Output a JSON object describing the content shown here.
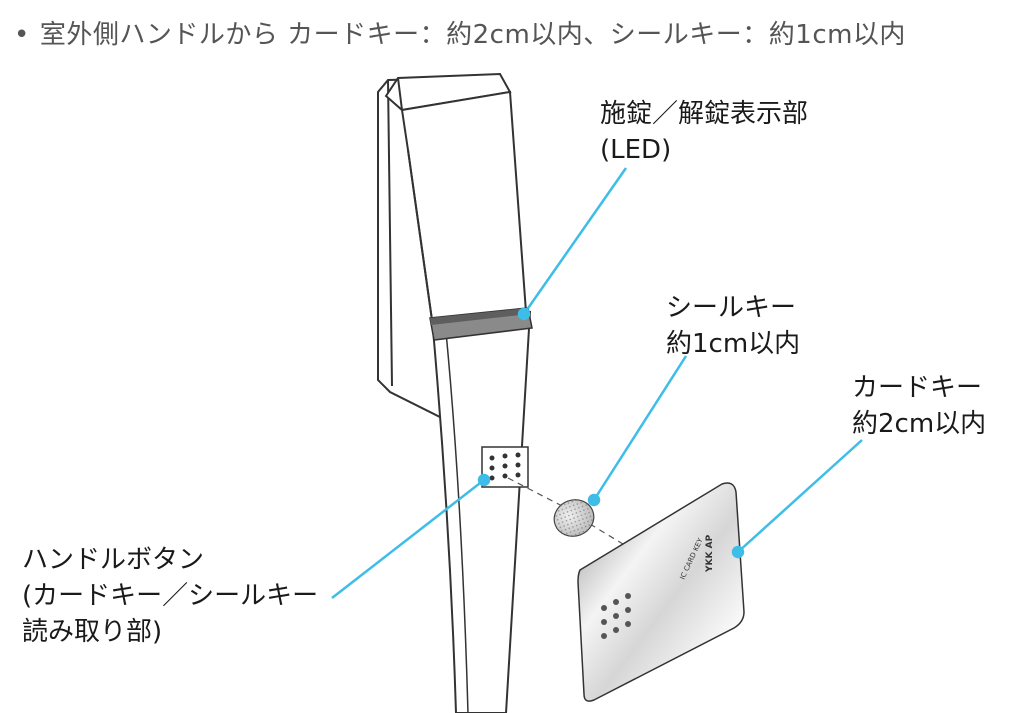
{
  "header": {
    "bullet": "•",
    "text": "室外側ハンドルから カードキー：約2cm以内、シールキー：約1cm以内"
  },
  "labels": {
    "led": {
      "line1": "施錠／解錠表示部",
      "line2": "(LED)"
    },
    "seal_key": {
      "line1": "シールキー",
      "line2": "約1cm以内"
    },
    "card_key": {
      "line1": "カードキー",
      "line2": "約2cm以内"
    },
    "handle_button": {
      "line1": "ハンドルボタン",
      "line2": "(カードキー／シールキー",
      "line3": "読み取り部)"
    }
  },
  "card": {
    "printed_text": "IC CARD KEY",
    "logo_text": "YKK AP"
  },
  "colors": {
    "leader_line": "#3dbde8",
    "outline": "#333333",
    "led_band": "#8a8a8a"
  }
}
